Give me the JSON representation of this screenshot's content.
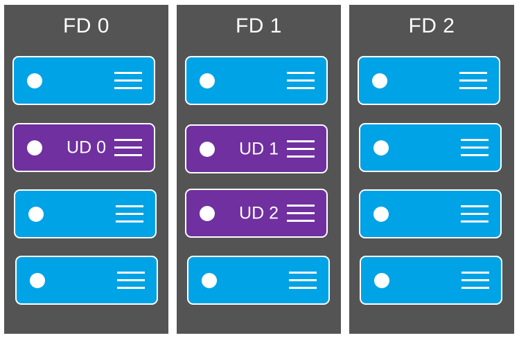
{
  "colors": {
    "rack_background": "#545454",
    "server_default": "#00a3e6",
    "server_update_domain": "#7030a0",
    "border": "#ffffff"
  },
  "racks": [
    {
      "title": "FD 0",
      "servers": [
        {
          "color": "blue",
          "label": ""
        },
        {
          "color": "purple",
          "label": "UD 0"
        },
        {
          "color": "blue",
          "label": ""
        },
        {
          "color": "blue",
          "label": ""
        }
      ]
    },
    {
      "title": "FD 1",
      "servers": [
        {
          "color": "blue",
          "label": ""
        },
        {
          "color": "purple",
          "label": "UD 1"
        },
        {
          "color": "purple",
          "label": "UD 2"
        },
        {
          "color": "blue",
          "label": ""
        }
      ]
    },
    {
      "title": "FD 2",
      "servers": [
        {
          "color": "blue",
          "label": ""
        },
        {
          "color": "blue",
          "label": ""
        },
        {
          "color": "blue",
          "label": ""
        },
        {
          "color": "blue",
          "label": ""
        }
      ]
    }
  ]
}
